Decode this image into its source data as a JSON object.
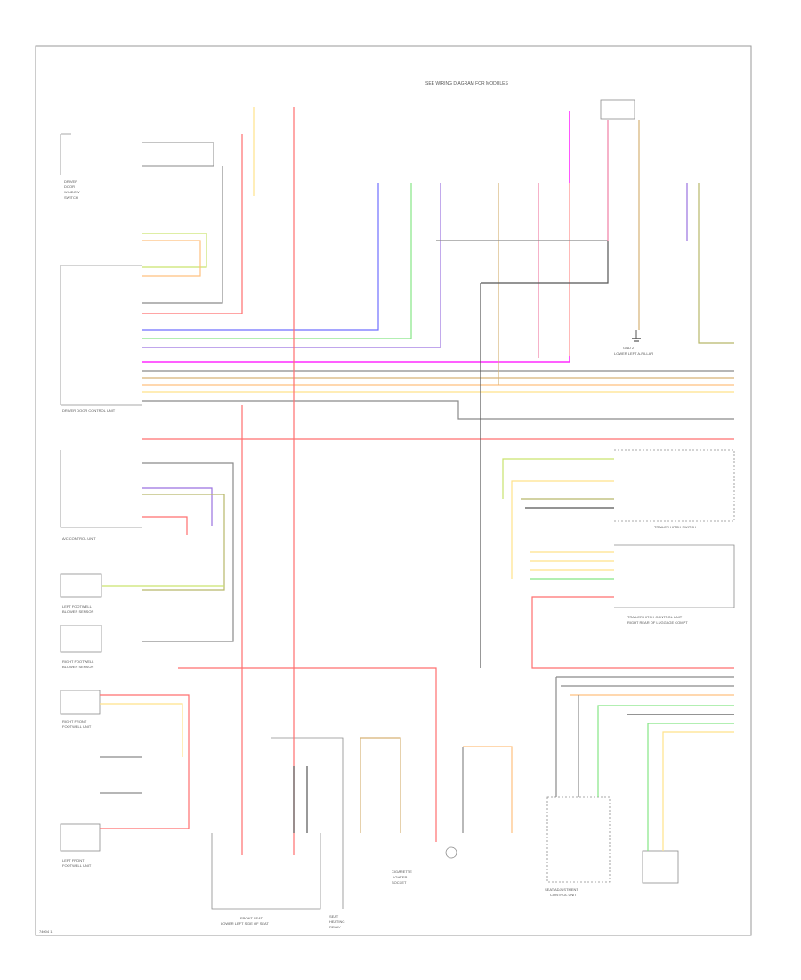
{
  "diagram": {
    "page_code": "74004 1",
    "header_label": "SEE WIRING DIAGRAM FOR MODULES",
    "colors": {
      "red": "#ff6f6f",
      "pink": "#ef7fa5",
      "magenta": "#ff2cff",
      "blue": "#6f6fff",
      "purple": "#9a72e0",
      "green": "#85e585",
      "yellowgreen": "#c9e36d",
      "yellow": "#ffe28a",
      "orange": "#ffc07f",
      "tan": "#d6b276",
      "olive": "#b8b86a",
      "grey": "#8a8a8a",
      "darkgrey": "#555555",
      "lightred": "#ffb7b7"
    },
    "components": {
      "driver_door_switch": [
        "DRIVER",
        "DOOR",
        "WINDOW",
        "SWITCH"
      ],
      "driver_door_module": "DRIVER DOOR CONTROL UNIT",
      "ac_control_unit": "A/C CONTROL UNIT",
      "left_footwell_sensor": [
        "LEFT FOOTWELL",
        "BLOWER SENSOR"
      ],
      "right_footwell_sensor": [
        "RIGHT FOOTWELL",
        "BLOWER SENSOR"
      ],
      "right_front_footwell_unit": [
        "RIGHT FRONT",
        "FOOTWELL UNIT"
      ],
      "left_front_footwell_unit": [
        "LEFT FRONT",
        "FOOTWELL UNIT"
      ],
      "trailer_hitch_switch": "TRAILER HITCH SWITCH",
      "trailer_hitch_module": [
        "TRAILER HITCH CONTROL UNIT",
        "RIGHT REAR OF LUGGAGE COMPT"
      ],
      "ground_left_a_pillar": [
        "GND 2",
        "LOWER LEFT A-PILLAR"
      ],
      "front_distribution": [
        "FRONT SEAT",
        "LOWER LEFT SIDE OF SEAT"
      ],
      "seat_adjustment_unit": [
        "SEAT ADJUSTMENT",
        "CONTROL UNIT"
      ],
      "cigarette_lighter": [
        "CIGARETTE",
        "LIGHTER",
        "SOCKET"
      ],
      "seat_heating_relay": [
        "SEAT",
        "HEATING",
        "RELAY"
      ]
    }
  }
}
